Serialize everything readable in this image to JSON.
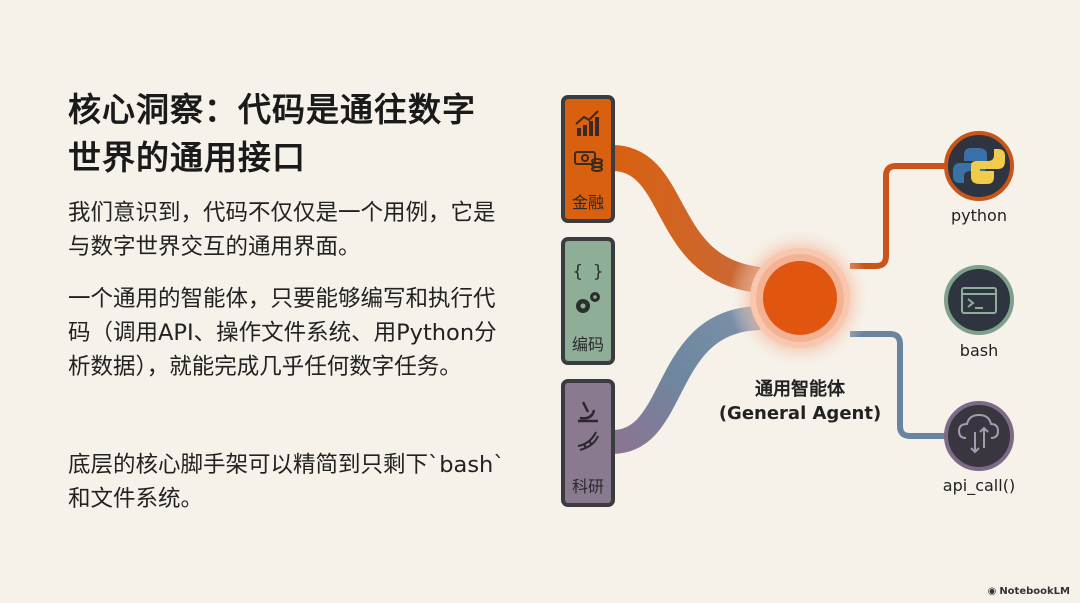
{
  "slide": {
    "title": "核心洞察：代码是通往数字世界的通用接口",
    "paragraphs": [
      "我们意识到，代码不仅仅是一个用例，它是与数字世界交互的通用界面。",
      "一个通用的智能体，只要能够编写和执行代码（调用API、操作文件系统、用Python分析数据），就能完成几乎任何数字任务。",
      "底层的核心脚手架可以精简到只剩下`bash`和文件系统。"
    ]
  },
  "diagram": {
    "domains": [
      {
        "label": "金融",
        "icons": [
          "chart-up-icon",
          "money-coins-icon"
        ],
        "color": "#d9600f"
      },
      {
        "label": "编码",
        "icons": [
          "braces-icon",
          "gears-icon"
        ],
        "color": "#86a38f"
      },
      {
        "label": "科研",
        "icons": [
          "microscope-icon",
          "dna-icon"
        ],
        "color": "#8a7a90"
      }
    ],
    "agent": {
      "name": "通用智能体",
      "subtitle": "(General Agent)",
      "color": "#e0560e"
    },
    "tools": [
      {
        "label": "python",
        "icon": "python-icon",
        "ring": "#c9551a"
      },
      {
        "label": "bash",
        "icon": "terminal-icon",
        "ring": "#7fa08a"
      },
      {
        "label": "api_call()",
        "icon": "cloud-sync-icon",
        "ring": "#7c6a86"
      }
    ]
  },
  "brand": {
    "name": "NotebookLM"
  }
}
